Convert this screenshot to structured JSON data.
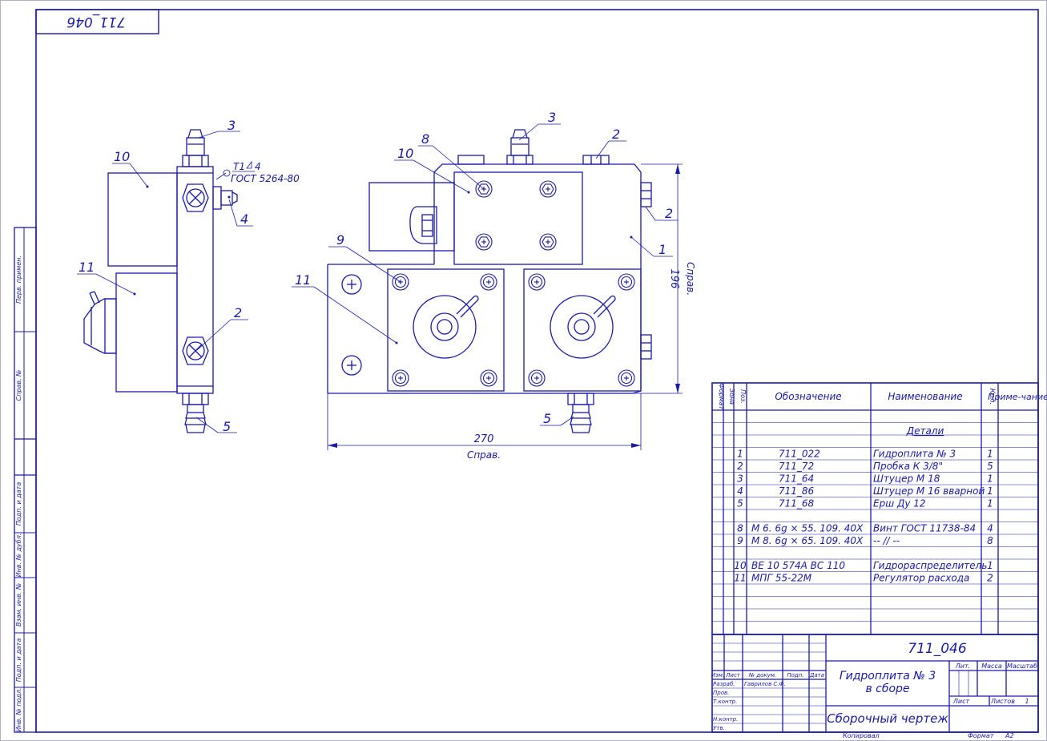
{
  "stamp": {
    "code_mirrored": "711_046"
  },
  "side_strip": {
    "labels": [
      "Перв. примен.",
      "Справ. №",
      "Подп. и дата",
      "Инв. № дубл.",
      "Взам. инв. №",
      "Подп. и дата",
      "Инв. № подл."
    ]
  },
  "callouts": {
    "left": {
      "c3": "3",
      "c10": "10",
      "c4": "4",
      "c11": "11",
      "c2": "2",
      "c5": "5",
      "weld_line1": "Т1",
      "weld_size": "4",
      "weld_std": "ГОСТ 5264-80"
    },
    "right": {
      "c8": "8",
      "c3": "3",
      "c2a": "2",
      "c10": "10",
      "c2b": "2",
      "c1": "1",
      "c9": "9",
      "c11": "11",
      "c5": "5"
    }
  },
  "dimensions": {
    "width_value": "270",
    "width_note": "Справ.",
    "height_value": "196",
    "height_note": "Справ."
  },
  "spec": {
    "headers": {
      "format": "Формат",
      "zone": "Зона",
      "pos": "Поз.",
      "designation": "Обозначение",
      "name": "Наименование",
      "qty": "Кол.",
      "note": "Приме-чание"
    },
    "section": "Детали",
    "rows": [
      {
        "pos": "1",
        "designation": "711_022",
        "name": "Гидроплита № 3",
        "qty": "1"
      },
      {
        "pos": "2",
        "designation": "711_72",
        "name": "Пробка К 3/8\"",
        "qty": "5"
      },
      {
        "pos": "3",
        "designation": "711_64",
        "name": "Штуцер М 18",
        "qty": "1"
      },
      {
        "pos": "4",
        "designation": "711_86",
        "name": "Штуцер М 16 вварной",
        "qty": "1"
      },
      {
        "pos": "5",
        "designation": "711_68",
        "name": "Ерш Ду 12",
        "qty": "1"
      },
      {
        "pos": "8",
        "designation": "М 6. 6g × 55. 109. 40Х",
        "name": "Винт ГОСТ 11738-84",
        "qty": "4"
      },
      {
        "pos": "9",
        "designation": "М 8. 6g × 65. 109. 40Х",
        "name": "-- // --",
        "qty": "8"
      },
      {
        "pos": "10",
        "designation": "ВЕ 10 574А ВС 110",
        "name": "Гидрораспределитель",
        "qty": "1"
      },
      {
        "pos": "11",
        "designation": "МПГ 55-22М",
        "name": "Регулятор расхода",
        "qty": "2"
      }
    ]
  },
  "title_block": {
    "code": "711_046",
    "title_line1": "Гидроплита № 3",
    "title_line2": "в сборе",
    "doc_type": "Сборочный чертеж",
    "col_izm": "Изм.",
    "col_list": "Лист",
    "col_doc": "№ докум.",
    "col_sign": "Подп.",
    "col_date": "Дата",
    "role_razrab": "Разраб.",
    "role_prov": "Пров.",
    "role_tkontr": "Т.контр.",
    "role_nkontr": "Н.контр.",
    "role_utv": "Утв.",
    "developer": "Гаврилов С.Ф.",
    "lit": "Лит.",
    "mass": "Масса",
    "scale": "Масштаб",
    "sheet": "Лист",
    "sheets": "Листов",
    "sheets_count": "1",
    "copied": "Копировал",
    "format": "Формат",
    "format_value": "А2"
  }
}
